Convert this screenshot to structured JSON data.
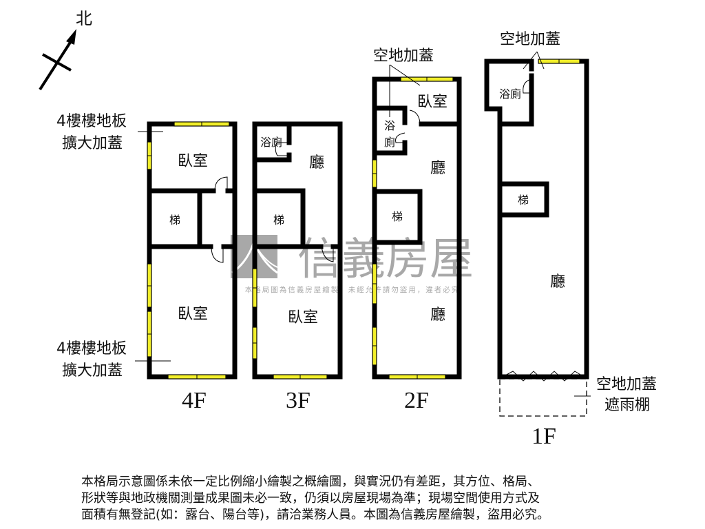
{
  "compass": {
    "label": "北",
    "icon": "north-arrow-icon"
  },
  "watermark": {
    "brand": "信義房屋",
    "notice": "本格局圖為信義房屋繪製，未經允許請勿盜用，違者必究",
    "color": "#9a9a9a"
  },
  "colors": {
    "wall": "#000000",
    "window": "#f2ef2a",
    "background": "#ffffff"
  },
  "floors": [
    {
      "id": "4F",
      "label": "4F",
      "rooms": [
        {
          "name": "臥室"
        },
        {
          "name": "梯"
        },
        {
          "name": "臥室"
        }
      ],
      "annotations": [
        {
          "line1": "4樓樓地板",
          "line2": "擴大加蓋"
        },
        {
          "line1": "4樓樓地板",
          "line2": "擴大加蓋"
        }
      ]
    },
    {
      "id": "3F",
      "label": "3F",
      "rooms": [
        {
          "name": "浴廁"
        },
        {
          "name": "廳"
        },
        {
          "name": "梯"
        },
        {
          "name": "臥室"
        }
      ]
    },
    {
      "id": "2F",
      "label": "2F",
      "rooms": [
        {
          "name": "臥室"
        },
        {
          "name": "浴"
        },
        {
          "name": "廁"
        },
        {
          "name": "廳"
        },
        {
          "name": "梯"
        },
        {
          "name": "廳"
        }
      ],
      "annotations": [
        {
          "line1": "空地加蓋"
        }
      ]
    },
    {
      "id": "1F",
      "label": "1F",
      "rooms": [
        {
          "name": "浴廁"
        },
        {
          "name": "梯"
        },
        {
          "name": "廳"
        }
      ],
      "annotations": [
        {
          "line1": "空地加蓋"
        },
        {
          "line1": "空地加蓋",
          "line2": "遮雨棚"
        }
      ]
    }
  ],
  "disclaimer": {
    "lines": [
      "本格局示意圖係未依一定比例縮小繪製之概繪圖，與實況仍有差距，其方位、格局、",
      "形狀等與地政機關測量成果圖未必一致，仍須以房屋現場為準；現場空間使用方式及",
      "面積有無登記(如：露台、陽台等)，請洽業務人員。本圖為信義房屋繪製，盜用必究。"
    ]
  }
}
